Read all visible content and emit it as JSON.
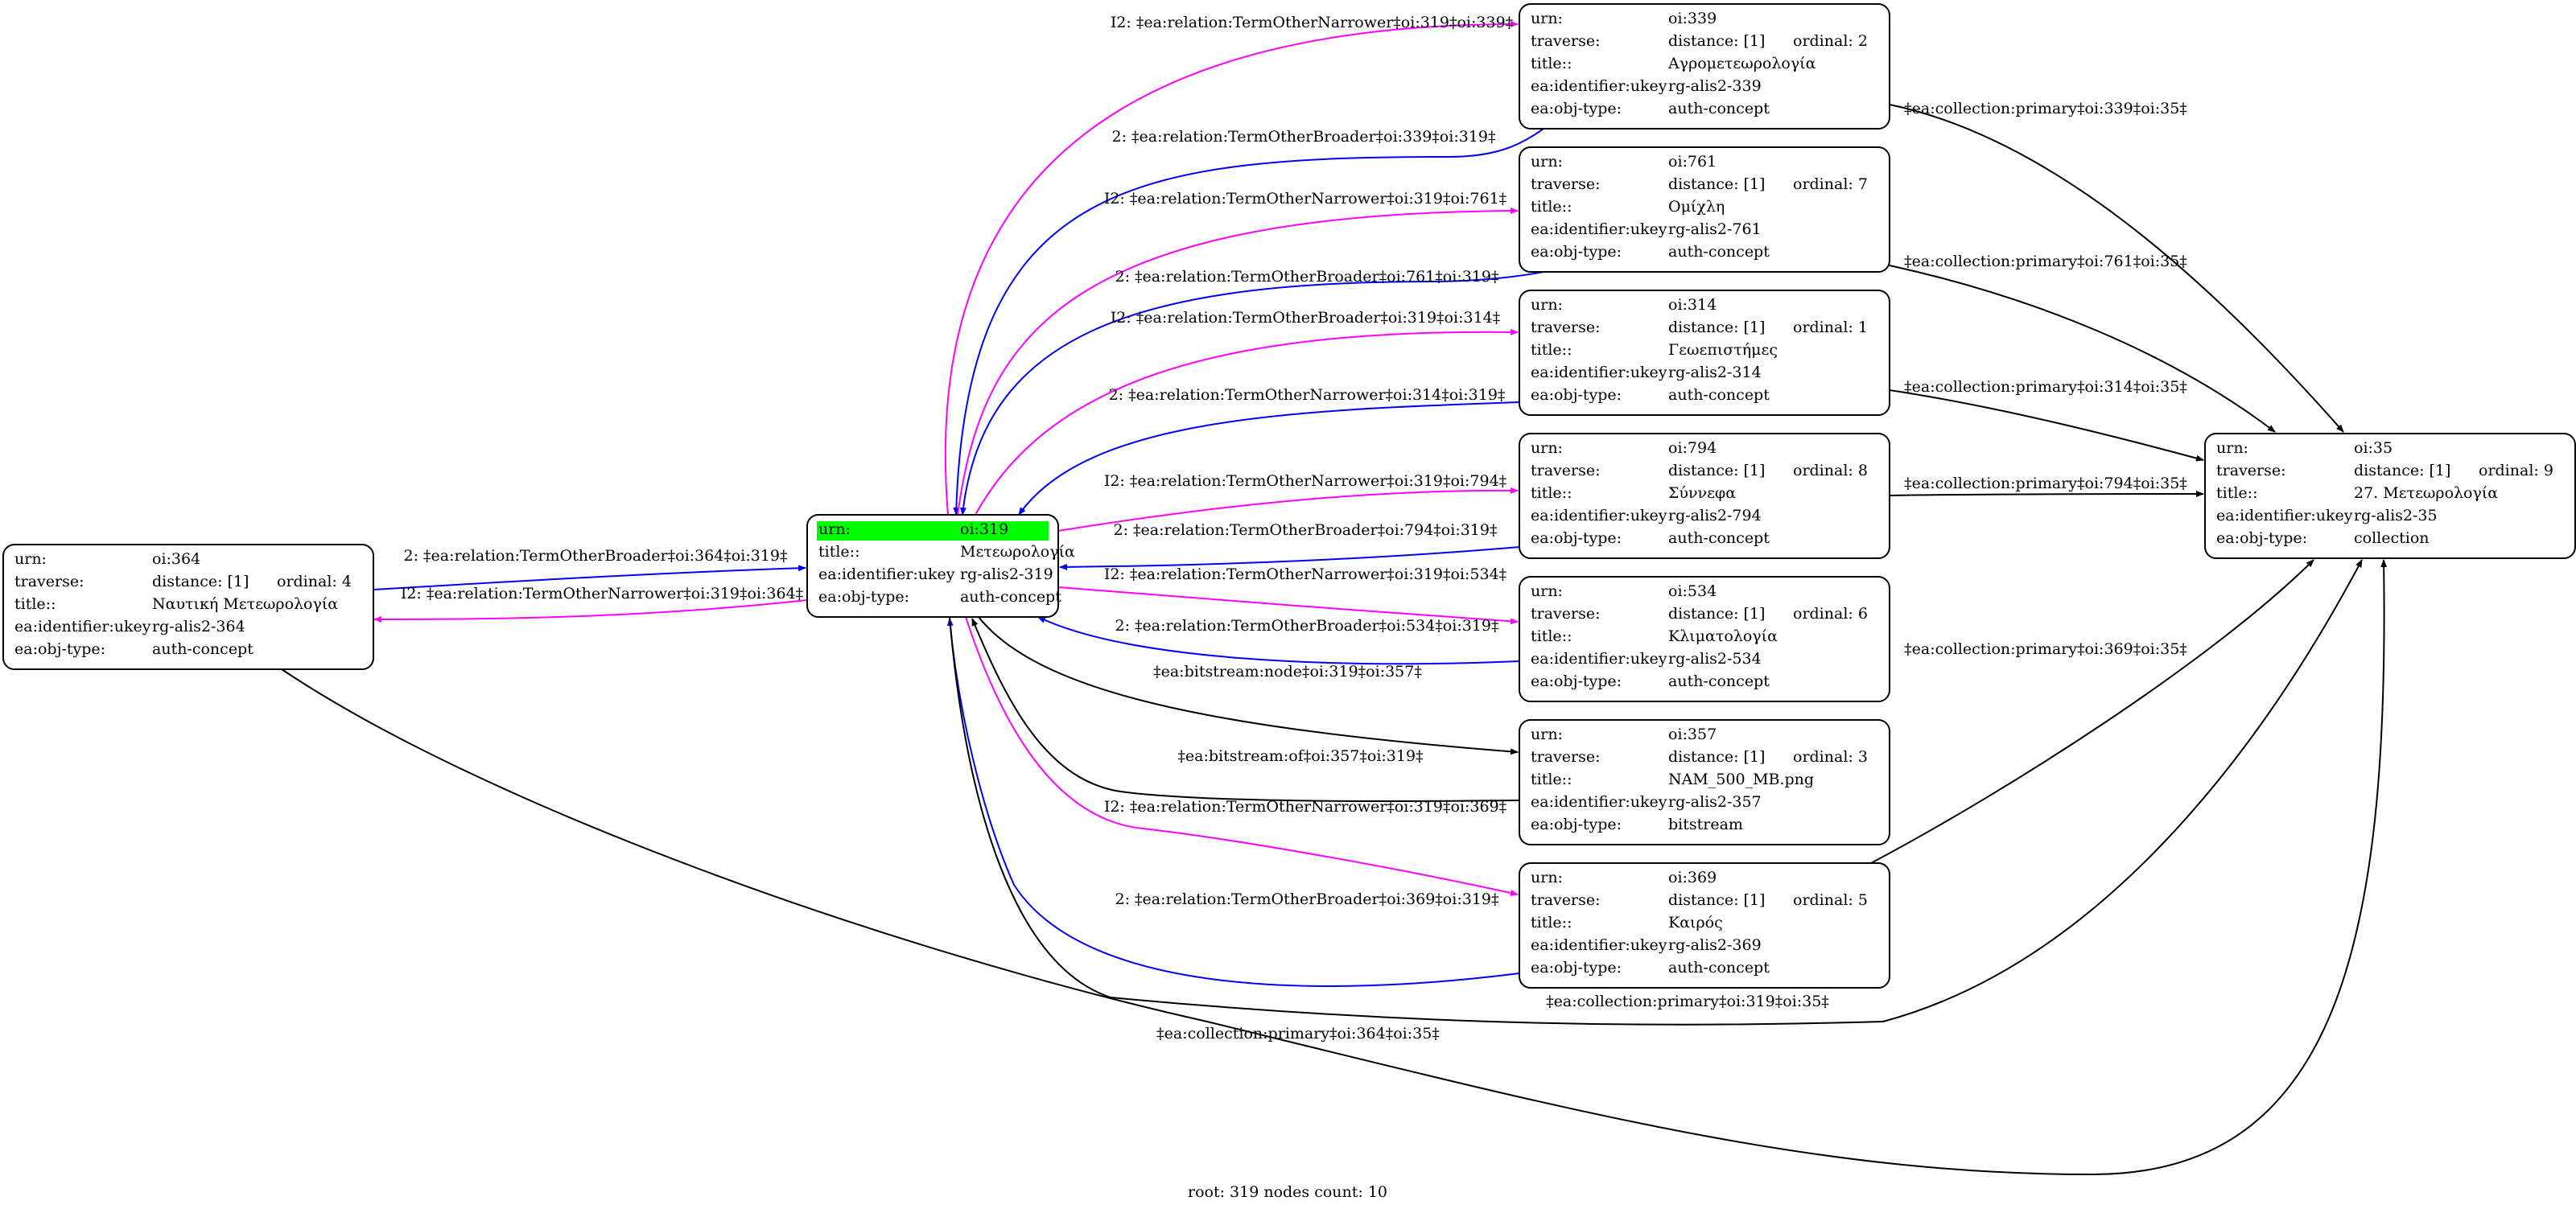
{
  "colors": {
    "narrower": "#ff00ff",
    "broader": "#0000ff",
    "plain": "#000000",
    "root_highlight": "#00ff00"
  },
  "nodes": [
    {
      "id": "n319",
      "root": true,
      "rows": [
        [
          "urn:",
          "oi:319"
        ],
        [
          "title::",
          "Μετεωρολογία"
        ],
        [
          "ea:identifier:ukey",
          "rg-alis2-319"
        ],
        [
          "ea:obj-type:",
          "auth-concept"
        ]
      ]
    },
    {
      "id": "n364",
      "rows": [
        [
          "urn:",
          "oi:364"
        ],
        [
          "traverse:",
          "distance: [1]",
          "ordinal: 4"
        ],
        [
          "title::",
          "Ναυτική Μετεωρολογία"
        ],
        [
          "ea:identifier:ukey",
          "rg-alis2-364"
        ],
        [
          "ea:obj-type:",
          "auth-concept"
        ]
      ]
    },
    {
      "id": "n339",
      "rows": [
        [
          "urn:",
          "oi:339"
        ],
        [
          "traverse:",
          "distance: [1]",
          "ordinal: 2"
        ],
        [
          "title::",
          "Αγρομετεωρολογία"
        ],
        [
          "ea:identifier:ukey",
          "rg-alis2-339"
        ],
        [
          "ea:obj-type:",
          "auth-concept"
        ]
      ]
    },
    {
      "id": "n761",
      "rows": [
        [
          "urn:",
          "oi:761"
        ],
        [
          "traverse:",
          "distance: [1]",
          "ordinal: 7"
        ],
        [
          "title::",
          "Ομίχλη"
        ],
        [
          "ea:identifier:ukey",
          "rg-alis2-761"
        ],
        [
          "ea:obj-type:",
          "auth-concept"
        ]
      ]
    },
    {
      "id": "n314",
      "rows": [
        [
          "urn:",
          "oi:314"
        ],
        [
          "traverse:",
          "distance: [1]",
          "ordinal: 1"
        ],
        [
          "title::",
          "Γεωεπιστήμες"
        ],
        [
          "ea:identifier:ukey",
          "rg-alis2-314"
        ],
        [
          "ea:obj-type:",
          "auth-concept"
        ]
      ]
    },
    {
      "id": "n794",
      "rows": [
        [
          "urn:",
          "oi:794"
        ],
        [
          "traverse:",
          "distance: [1]",
          "ordinal: 8"
        ],
        [
          "title::",
          "Σύννεφα"
        ],
        [
          "ea:identifier:ukey",
          "rg-alis2-794"
        ],
        [
          "ea:obj-type:",
          "auth-concept"
        ]
      ]
    },
    {
      "id": "n534",
      "rows": [
        [
          "urn:",
          "oi:534"
        ],
        [
          "traverse:",
          "distance: [1]",
          "ordinal: 6"
        ],
        [
          "title::",
          "Κλιματολογία"
        ],
        [
          "ea:identifier:ukey",
          "rg-alis2-534"
        ],
        [
          "ea:obj-type:",
          "auth-concept"
        ]
      ]
    },
    {
      "id": "n357",
      "rows": [
        [
          "urn:",
          "oi:357"
        ],
        [
          "traverse:",
          "distance: [1]",
          "ordinal: 3"
        ],
        [
          "title::",
          "NAM_500_MB.png"
        ],
        [
          "ea:identifier:ukey",
          "rg-alis2-357"
        ],
        [
          "ea:obj-type:",
          "bitstream"
        ]
      ]
    },
    {
      "id": "n369",
      "rows": [
        [
          "urn:",
          "oi:369"
        ],
        [
          "traverse:",
          "distance: [1]",
          "ordinal: 5"
        ],
        [
          "title::",
          "Καιρός"
        ],
        [
          "ea:identifier:ukey",
          "rg-alis2-369"
        ],
        [
          "ea:obj-type:",
          "auth-concept"
        ]
      ]
    },
    {
      "id": "n35",
      "rows": [
        [
          "urn:",
          "oi:35"
        ],
        [
          "traverse:",
          "distance: [1]",
          "ordinal: 9"
        ],
        [
          "title::",
          "27. Μετεωρολογία"
        ],
        [
          "ea:identifier:ukey",
          "rg-alis2-35"
        ],
        [
          "ea:obj-type:",
          "collection"
        ]
      ]
    }
  ],
  "edges": [
    {
      "id": "e364_319",
      "kind": "broader",
      "label": "2: ‡ea:relation:TermOtherBroader‡oi:364‡oi:319‡"
    },
    {
      "id": "e319_364",
      "kind": "narrower",
      "label": "I2: ‡ea:relation:TermOtherNarrower‡oi:319‡oi:364‡"
    },
    {
      "id": "e319_339",
      "kind": "narrower",
      "label": "I2: ‡ea:relation:TermOtherNarrower‡oi:319‡oi:339‡"
    },
    {
      "id": "e339_319",
      "kind": "broader",
      "label": "2: ‡ea:relation:TermOtherBroader‡oi:339‡oi:319‡"
    },
    {
      "id": "e319_761",
      "kind": "narrower",
      "label": "I2: ‡ea:relation:TermOtherNarrower‡oi:319‡oi:761‡"
    },
    {
      "id": "e761_319",
      "kind": "broader",
      "label": "2: ‡ea:relation:TermOtherBroader‡oi:761‡oi:319‡"
    },
    {
      "id": "e319_314",
      "kind": "narrower",
      "label": "I2: ‡ea:relation:TermOtherBroader‡oi:319‡oi:314‡"
    },
    {
      "id": "e314_319",
      "kind": "broader",
      "label": "2: ‡ea:relation:TermOtherNarrower‡oi:314‡oi:319‡"
    },
    {
      "id": "e319_794",
      "kind": "narrower",
      "label": "I2: ‡ea:relation:TermOtherNarrower‡oi:319‡oi:794‡"
    },
    {
      "id": "e794_319",
      "kind": "broader",
      "label": "2: ‡ea:relation:TermOtherBroader‡oi:794‡oi:319‡"
    },
    {
      "id": "e319_534",
      "kind": "narrower",
      "label": "I2: ‡ea:relation:TermOtherNarrower‡oi:319‡oi:534‡"
    },
    {
      "id": "e534_319",
      "kind": "broader",
      "label": "2: ‡ea:relation:TermOtherBroader‡oi:534‡oi:319‡"
    },
    {
      "id": "e319_357",
      "kind": "plain",
      "label": "‡ea:bitstream:node‡oi:319‡oi:357‡"
    },
    {
      "id": "e357_319",
      "kind": "plain",
      "label": "‡ea:bitstream:of‡oi:357‡oi:319‡"
    },
    {
      "id": "e319_369",
      "kind": "narrower",
      "label": "I2: ‡ea:relation:TermOtherNarrower‡oi:319‡oi:369‡"
    },
    {
      "id": "e369_319",
      "kind": "broader",
      "label": "2: ‡ea:relation:TermOtherBroader‡oi:369‡oi:319‡"
    },
    {
      "id": "e339_35",
      "kind": "plain",
      "label": "‡ea:collection:primary‡oi:339‡oi:35‡"
    },
    {
      "id": "e761_35",
      "kind": "plain",
      "label": "‡ea:collection:primary‡oi:761‡oi:35‡"
    },
    {
      "id": "e314_35",
      "kind": "plain",
      "label": "‡ea:collection:primary‡oi:314‡oi:35‡"
    },
    {
      "id": "e794_35",
      "kind": "plain",
      "label": "‡ea:collection:primary‡oi:794‡oi:35‡"
    },
    {
      "id": "e369_35",
      "kind": "plain",
      "label": "‡ea:collection:primary‡oi:369‡oi:35‡"
    },
    {
      "id": "e319_35",
      "kind": "plain",
      "label": "‡ea:collection:primary‡oi:319‡oi:35‡"
    },
    {
      "id": "e364_35",
      "kind": "plain",
      "label": "‡ea:collection:primary‡oi:364‡oi:35‡"
    }
  ],
  "footer": "root: 319 nodes count: 10"
}
